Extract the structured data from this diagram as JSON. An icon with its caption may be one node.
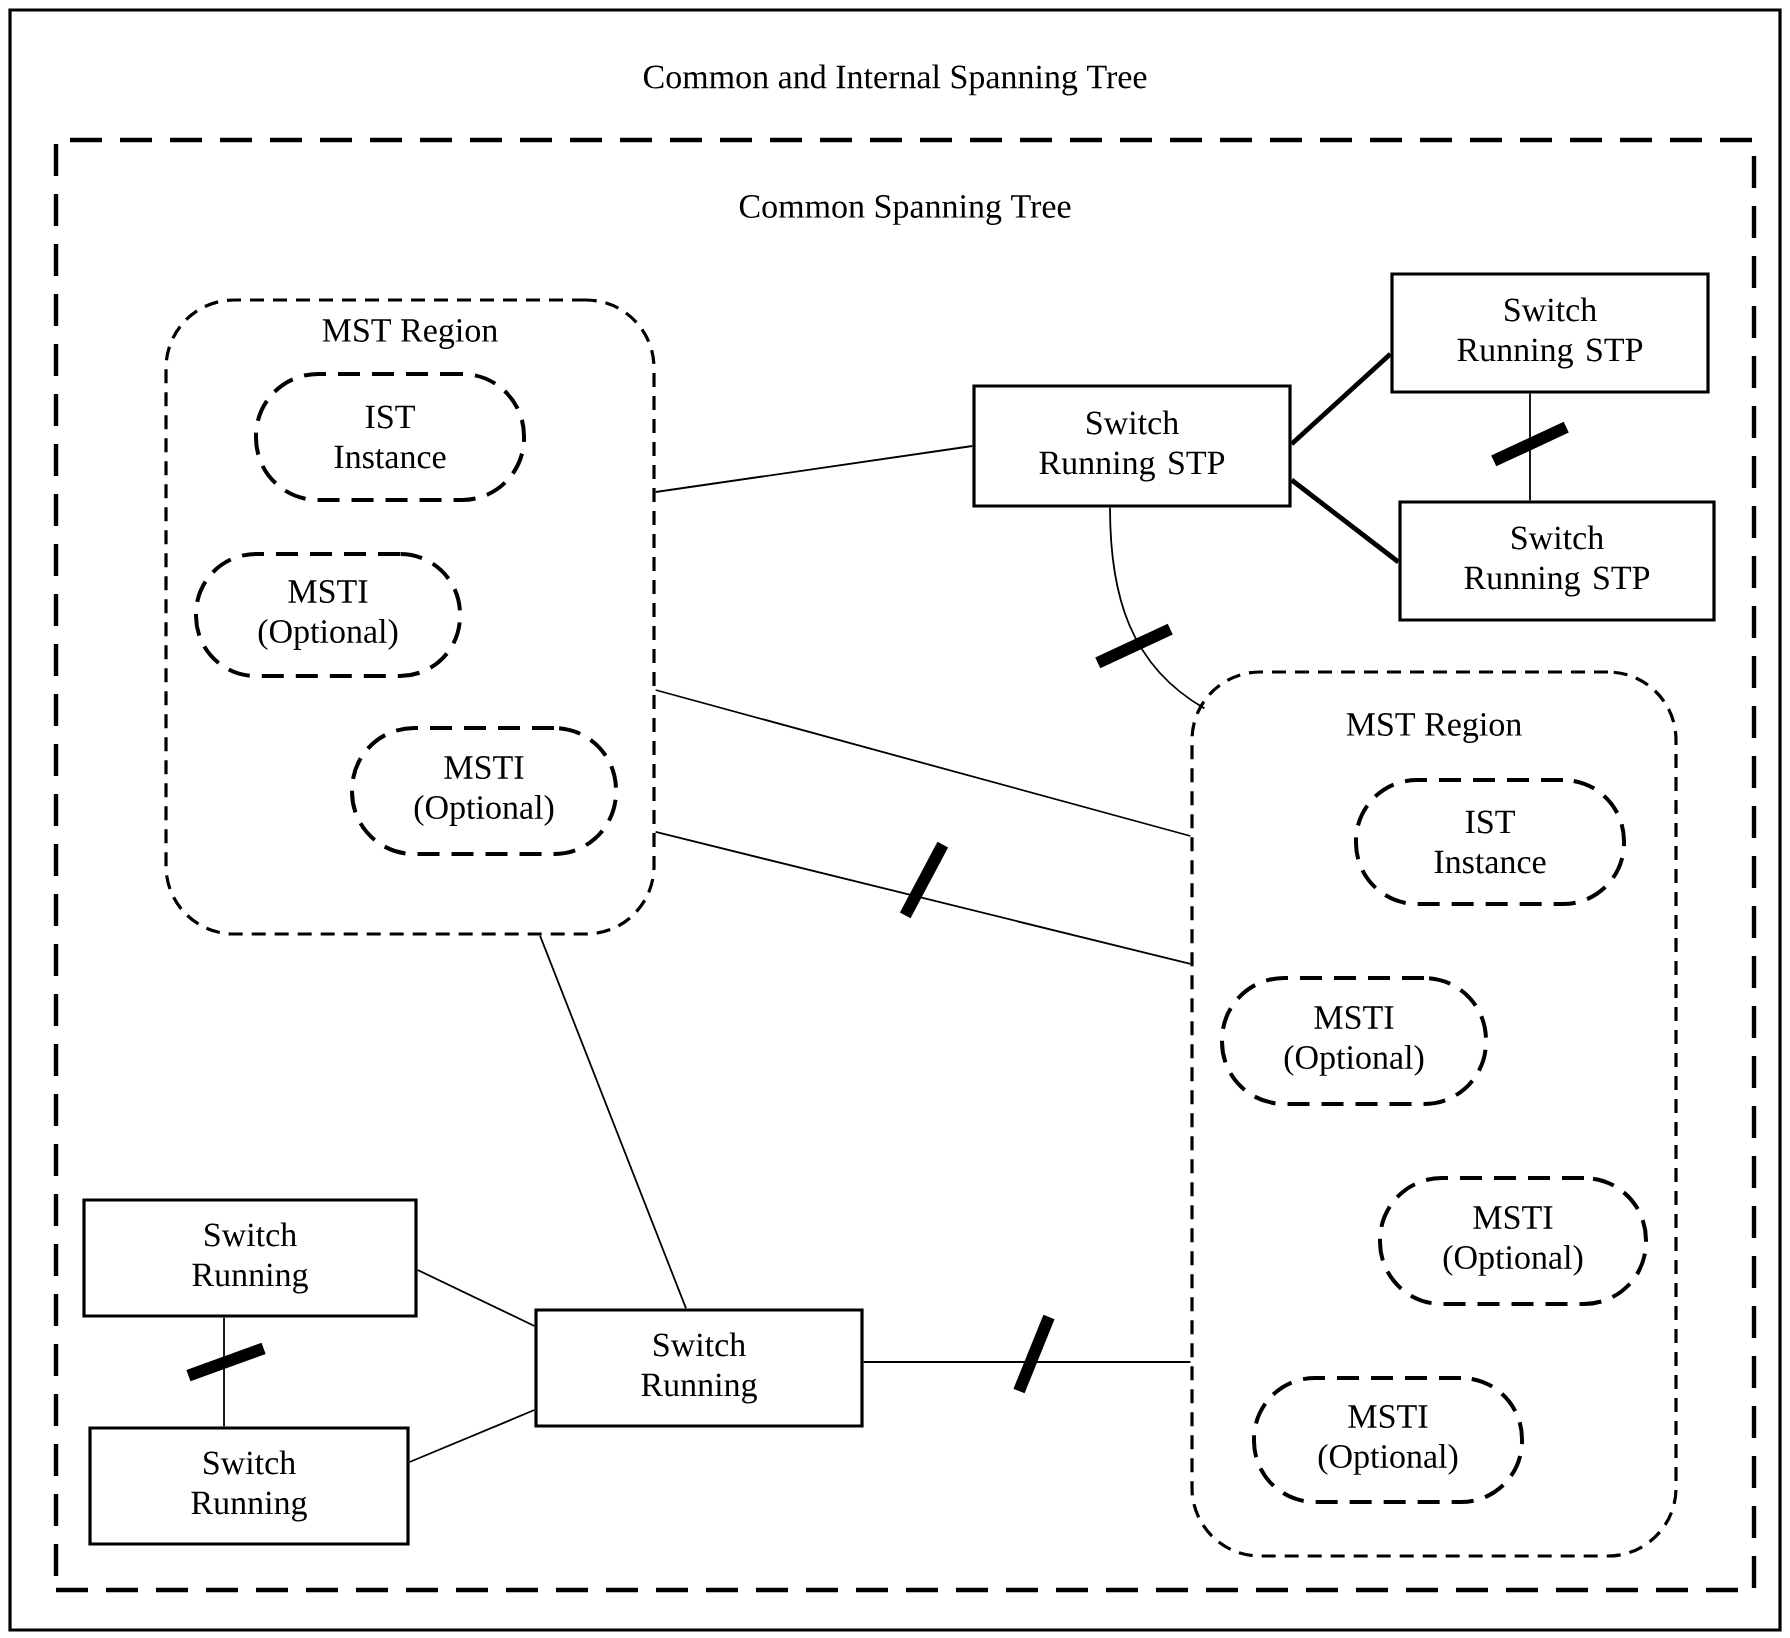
{
  "diagram": {
    "nodes": [
      {
        "text": [
          "Common and Internal Spanning Tree"
        ]
      },
      {
        "text": [
          "Common Spanning Tree"
        ],
        "in": 0
      },
      {
        "text": [
          "MST Region"
        ],
        "in": 1
      },
      {
        "text": [
          "IST Instance"
        ],
        "in": 2
      },
      {
        "text": [
          "MSTI (Optional)"
        ],
        "in": 2
      },
      {
        "text": [
          "MSTI (Optional)"
        ],
        "in": 2
      },
      {
        "text": [
          "Switch Running STP"
        ],
        "in": 1
      },
      {
        "text": [
          "Switch Running STP"
        ],
        "in": 1
      },
      {
        "text": [
          "Switch Running STP"
        ],
        "in": 1
      },
      {
        "text": [
          "MST Region"
        ],
        "in": 1
      },
      {
        "text": [
          "IST Instance"
        ],
        "in": 9
      },
      {
        "text": [
          "MSTI (Optional)"
        ],
        "in": 9
      },
      {
        "text": [
          "MSTI (Optional)"
        ],
        "in": 9
      },
      {
        "text": [
          "MSTI (Optional)"
        ],
        "in": 9
      },
      {
        "text": [
          "Switch Running"
        ],
        "in": 1
      },
      {
        "text": [
          "Switch Running"
        ],
        "in": 1
      },
      {
        "text": [
          "Switch Running"
        ],
        "in": 1
      }
    ],
    "edges": [
      {
        "from": 2,
        "to": 6,
        "arrow": "none"
      },
      {
        "from": 6,
        "to": 7,
        "arrow": "none",
        "style": "thick"
      },
      {
        "from": 6,
        "to": 8,
        "arrow": "none",
        "style": "thick"
      },
      {
        "from": 7,
        "to": 8,
        "arrow": "none"
      },
      {
        "from": 6,
        "to": 9,
        "arrow": "none"
      },
      {
        "from": 2,
        "to": 9,
        "arrow": "none"
      },
      {
        "from": 2,
        "to": 9,
        "arrow": "none"
      },
      {
        "from": 2,
        "to": 16,
        "arrow": "none"
      },
      {
        "from": 14,
        "to": 16,
        "arrow": "none"
      },
      {
        "from": 15,
        "to": 16,
        "arrow": "none"
      },
      {
        "from": 14,
        "to": 15,
        "arrow": "none"
      },
      {
        "from": 16,
        "to": 9,
        "arrow": "none"
      }
    ]
  }
}
